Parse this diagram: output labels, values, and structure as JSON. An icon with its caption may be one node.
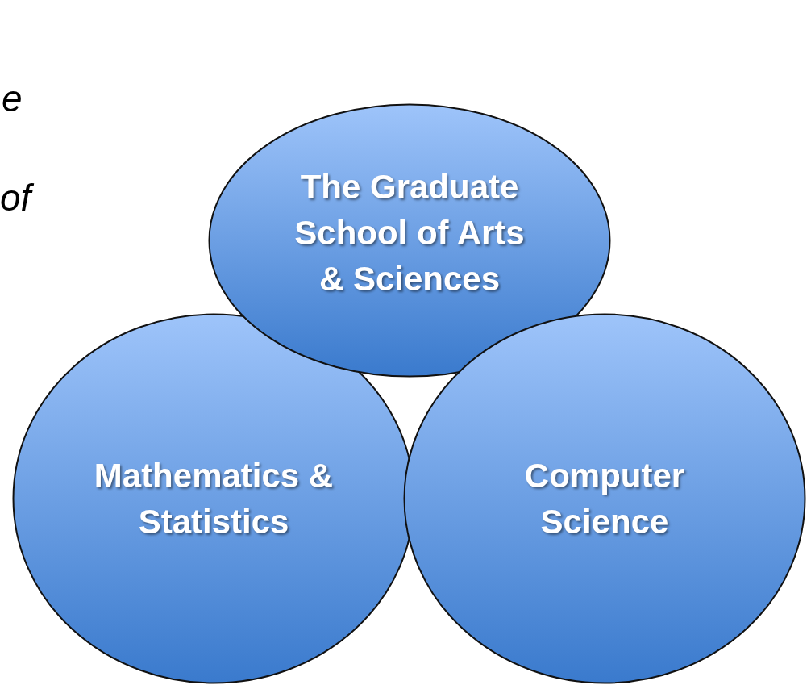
{
  "diagram": {
    "nodes": [
      {
        "text": [
          "The Graduate School of Arts & Sciences"
        ]
      },
      {
        "text": [
          "Mathematics & Statistics"
        ]
      },
      {
        "text": [
          "Computer Science"
        ]
      }
    ],
    "labels": [
      "e",
      "of"
    ]
  }
}
